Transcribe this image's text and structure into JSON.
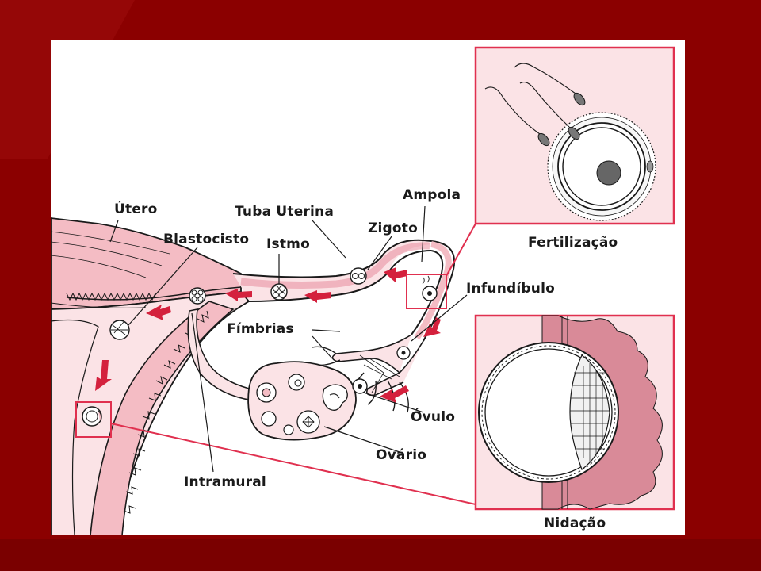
{
  "labels": {
    "utero": "Útero",
    "tuba_uterina": "Tuba Uterina",
    "ampola": "Ampola",
    "zigoto": "Zigoto",
    "blastocisto": "Blastocisto",
    "istmo": "Istmo",
    "infundibulo": "Infundíbulo",
    "fimbrias": "Fímbrias",
    "ovulo": "Óvulo",
    "ovario": "Ovário",
    "intramural": "Intramural",
    "fertilizacao": "Fertilização",
    "nidacao": "Nidação"
  },
  "colors": {
    "slide_background": "#8b0000",
    "slide_background_dark": "#6e0000",
    "tissue_pink": "#f4bcc4",
    "tissue_light": "#fbe3e6",
    "arrow_red": "#d4213d",
    "inset_border": "#e0304f",
    "outline": "#1a1a1a"
  }
}
